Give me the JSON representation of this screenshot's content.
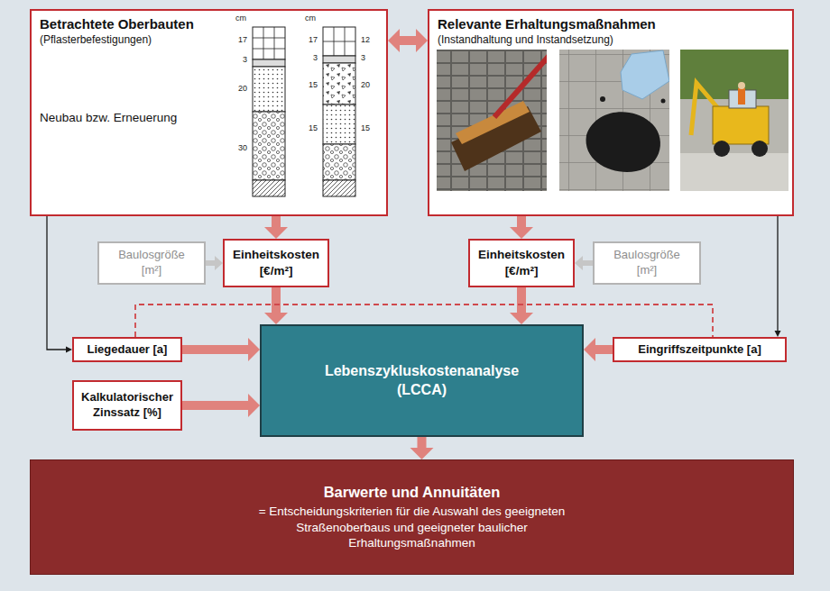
{
  "diagram": {
    "nodes": [
      {
        "text": [
          "Betrachtete Oberbauten",
          "(Pflasterbefestigungen)",
          "Neubau bzw. Erneuerung"
        ]
      },
      {
        "text": [
          "Relevante Erhaltungsmaßnahmen",
          "(Instandhaltung und Instandsetzung)"
        ]
      },
      {
        "text": [
          "Baulosgröße [m²]"
        ]
      },
      {
        "text": [
          "Einheitskosten [€/m²]"
        ]
      },
      {
        "text": [
          "Einheitskosten [€/m²]"
        ]
      },
      {
        "text": [
          "Baulosgröße [m²]"
        ]
      },
      {
        "text": [
          "Liegedauer [a]"
        ]
      },
      {
        "text": [
          "Lebenszykluskostenanalyse (LCCA)"
        ]
      },
      {
        "text": [
          "Eingriffszeitpunkte [a]"
        ]
      },
      {
        "text": [
          "Kalkulatorischer Zinssatz [%]"
        ]
      },
      {
        "text": [
          "Barwerte und Annuitäten",
          "= Entscheidungskriterien für die Auswahl des geeigneten Straßenoberbaus und geeigneter baulicher Erhaltungsmaßnahmen"
        ]
      }
    ],
    "edges": [
      {
        "from": 0,
        "to": 1,
        "arrow": "both"
      },
      {
        "from": 0,
        "to": 3,
        "arrow": "to"
      },
      {
        "from": 1,
        "to": 4,
        "arrow": "to"
      },
      {
        "from": 2,
        "to": 3,
        "arrow": "to"
      },
      {
        "from": 5,
        "to": 4,
        "arrow": "to"
      },
      {
        "from": 3,
        "to": 7,
        "arrow": "to"
      },
      {
        "from": 4,
        "to": 7,
        "arrow": "to"
      },
      {
        "from": 6,
        "to": 7,
        "arrow": "to"
      },
      {
        "from": 9,
        "to": 7,
        "arrow": "to"
      },
      {
        "from": 8,
        "to": 7,
        "arrow": "to"
      },
      {
        "from": 7,
        "to": 10,
        "arrow": "to"
      },
      {
        "from": 0,
        "to": 6,
        "arrow": "to"
      },
      {
        "from": 1,
        "to": 8,
        "arrow": "to"
      },
      {
        "from": 6,
        "to": 8,
        "arrow": "none"
      }
    ],
    "labels": [
      "cm",
      "17",
      "3",
      "20",
      "30",
      "cm",
      "17",
      "3",
      "15",
      "15",
      "12",
      "3",
      "20",
      "15"
    ]
  }
}
